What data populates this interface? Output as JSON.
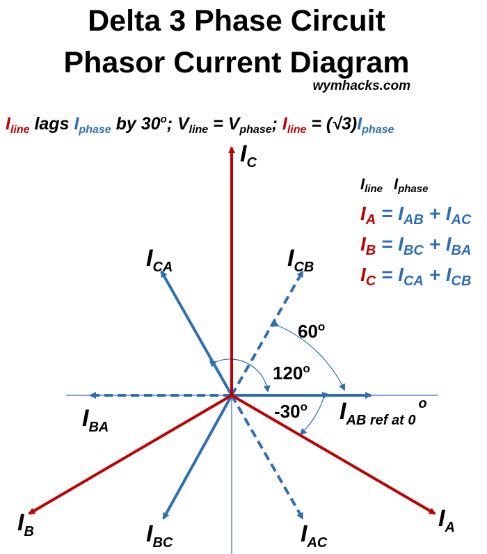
{
  "title_line1": "Delta 3 Phase Circuit",
  "title_line2": "Phasor Current Diagram",
  "website": "wymhacks.com",
  "subtitle": {
    "i1": "I",
    "line1": "line",
    "lags": " lags ",
    "i2": "I",
    "phase1": "phase",
    "by30": " by 30",
    "deg": "o",
    "semi1": "; V",
    "line2": "line",
    "eq1": " = V",
    "phase2": "phase",
    "semi2": ";  ",
    "i3": "I",
    "line3": "line",
    "eq2": " = (√3)",
    "i4": "I",
    "phase3": "phase"
  },
  "legend": {
    "header_line_I": "I",
    "header_line_sub": "line",
    "header_phase_I": "I",
    "header_phase_sub": "phase",
    "eqs": [
      {
        "l": "I",
        "ls": "A",
        "eq": " = ",
        "a": "I",
        "as": "AB",
        "plus": " + ",
        "b": "I",
        "bs": "AC"
      },
      {
        "l": "I",
        "ls": "B",
        "eq": " = ",
        "a": "I",
        "as": "BC",
        "plus": " + ",
        "b": "I",
        "bs": "BA"
      },
      {
        "l": "I",
        "ls": "C",
        "eq": " = ",
        "a": "I",
        "as": "CA",
        "plus": " + ",
        "b": "I",
        "bs": "CB"
      }
    ]
  },
  "labels": {
    "IC": {
      "i": "I",
      "s": "C"
    },
    "ICA": {
      "i": "I",
      "s": "CA"
    },
    "ICB": {
      "i": "I",
      "s": "CB"
    },
    "IBA": {
      "i": "I",
      "s": "BA"
    },
    "IAB": {
      "i": "I",
      "s": "AB ref at 0",
      "deg": "o"
    },
    "IB": {
      "i": "I",
      "s": "B"
    },
    "IBC": {
      "i": "I",
      "s": "BC"
    },
    "IAC": {
      "i": "I",
      "s": "AC"
    },
    "IA": {
      "i": "I",
      "s": "A"
    }
  },
  "angles": {
    "a60": "60",
    "a120": "120",
    "am30": "-30",
    "deg": "o"
  },
  "colors": {
    "line": "#c00000",
    "phase": "#2e6db4"
  }
}
